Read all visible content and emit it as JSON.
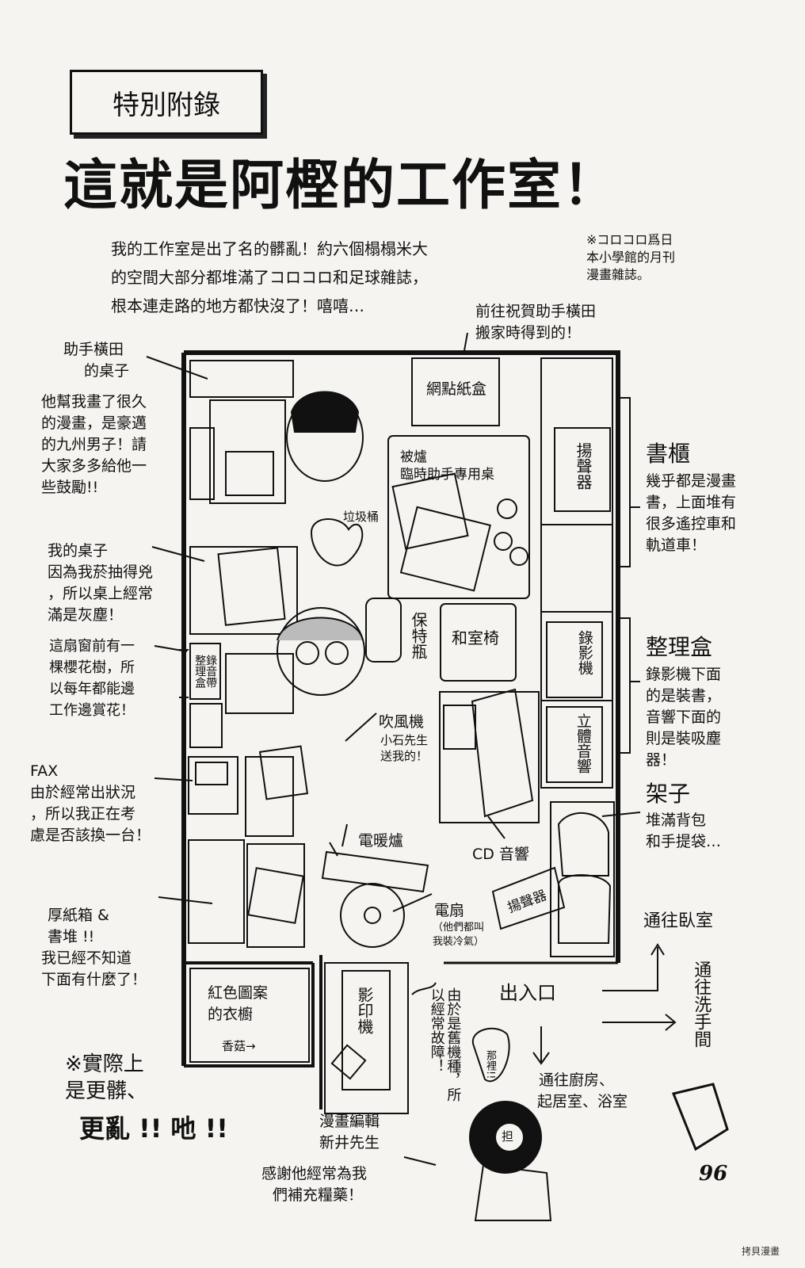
{
  "header": {
    "badge": "特別附錄",
    "title": "這就是阿樫的工作室！"
  },
  "intro": {
    "lines": [
      "我的工作室是出了名的髒亂！約六個榻榻米大",
      "的空間大部分都堆滿了コロコロ和足球雜誌，",
      "根本連走路的地方都快沒了！嘻嘻…"
    ],
    "note": [
      "※コロコロ爲日",
      "本小學館的月刊",
      "漫畫雜誌。"
    ]
  },
  "left_notes": {
    "assistant_desk_title": [
      "助手橫田",
      "的桌子"
    ],
    "assistant_desc": [
      "他幫我畫了很久",
      "的漫畫，是豪邁",
      "的九州男子！請",
      "大家多多給他一",
      "些鼓勵!!"
    ],
    "my_desk": [
      "我的桌子",
      "因為我菸抽得兇",
      "，所以桌上經常",
      "滿是灰塵！"
    ],
    "window": [
      "這扇窗前有一",
      "棵櫻花樹，所",
      "以每年都能邊",
      "工作邊賞花！"
    ],
    "fax": [
      "FAX",
      "由於經常出狀況",
      "，所以我正在考",
      "慮是否該換一台！"
    ],
    "boxes": [
      "厚紙箱 &",
      "書堆 !!",
      "我已經不知道",
      "下面有什麼了！"
    ],
    "closing": [
      "※實際上",
      "是更髒、"
    ],
    "closing_big": "更亂 !! 吔 !!"
  },
  "right_notes": {
    "gift": [
      "前往祝賀助手橫田",
      "搬家時得到的！"
    ],
    "bookshelf_title": "書櫃",
    "bookshelf_desc": [
      "幾乎都是漫畫",
      "書，上面堆有",
      "很多遙控車和",
      "軌道車！"
    ],
    "organizer_title": "整理盒",
    "organizer_desc": [
      "錄影機下面",
      "的是裝書，",
      "音響下面的",
      "則是裝吸塵",
      "器！"
    ],
    "rack_title": "架子",
    "rack_desc": [
      "堆滿背包",
      "和手提袋…"
    ],
    "to_bedroom": "通往臥室",
    "to_toilet": "通往洗手間",
    "to_kitchen": [
      "通往廚房、",
      "起居室、浴室"
    ],
    "editor": [
      "漫畫編輯",
      "新井先生"
    ],
    "editor_desc": [
      "感謝他經常為我",
      "們補充糧藥！"
    ]
  },
  "room": {
    "screentone_box": "網點紙盒",
    "kotatsu": [
      "被爐",
      "臨時助手專用桌"
    ],
    "trash": "垃圾桶",
    "speaker_top": "揚聲器",
    "bottle": "保特瓶",
    "chair": "和室椅",
    "vcr": "錄影機",
    "tape_box": "整理盒",
    "tape_label": "錄音帶",
    "stereo": "立體音響",
    "dryer": "吹風機",
    "dryer_note": [
      "小石先生",
      "送我的！"
    ],
    "heater": "電暖爐",
    "cd": "CD 音響",
    "speaker_bottom": "揚聲器",
    "fan": "電扇",
    "fan_note": [
      "（他們都叫",
      "我裝冷氣）"
    ],
    "closet": [
      "紅色圖案",
      "的衣櫥"
    ],
    "mushroom": "香菇→",
    "copier": "影印機",
    "copier_note": "由於是舊機種，所以經常故障！",
    "entrance": "出入口",
    "speech": "那裡!!",
    "bag_label": "担"
  },
  "page": {
    "number": "96",
    "credit": "拷貝漫畫"
  }
}
